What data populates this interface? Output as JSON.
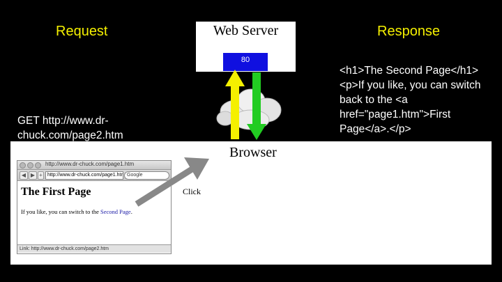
{
  "labels": {
    "request": "Request",
    "response": "Response",
    "browser": "Browser",
    "click": "Click"
  },
  "server": {
    "title": "Web Server",
    "port": "80"
  },
  "request_text": "GET http://www.dr-chuck.com/page2.htm",
  "response_text": "<h1>The Second Page</h1><p>If you like, you can switch back to the <a href=\"page1.htm\">First Page</a>.</p>",
  "mini_browser": {
    "title": "http://www.dr-chuck.com/page1.htm",
    "address": "http://www.dr-chuck.com/page1.htm",
    "search_placeholder": "Google",
    "heading": "The First Page",
    "paragraph_prefix": "If you like, you can switch to the ",
    "link_text": "Second Page",
    "paragraph_suffix": ".",
    "status": "Link: http://www.dr-chuck.com/page2.htm"
  },
  "colors": {
    "background": "#000000",
    "label": "#f5f000",
    "port_box": "#1010e0",
    "up_arrow": "#f5f000",
    "down_arrow": "#22cc22",
    "click_arrow": "#888888"
  }
}
